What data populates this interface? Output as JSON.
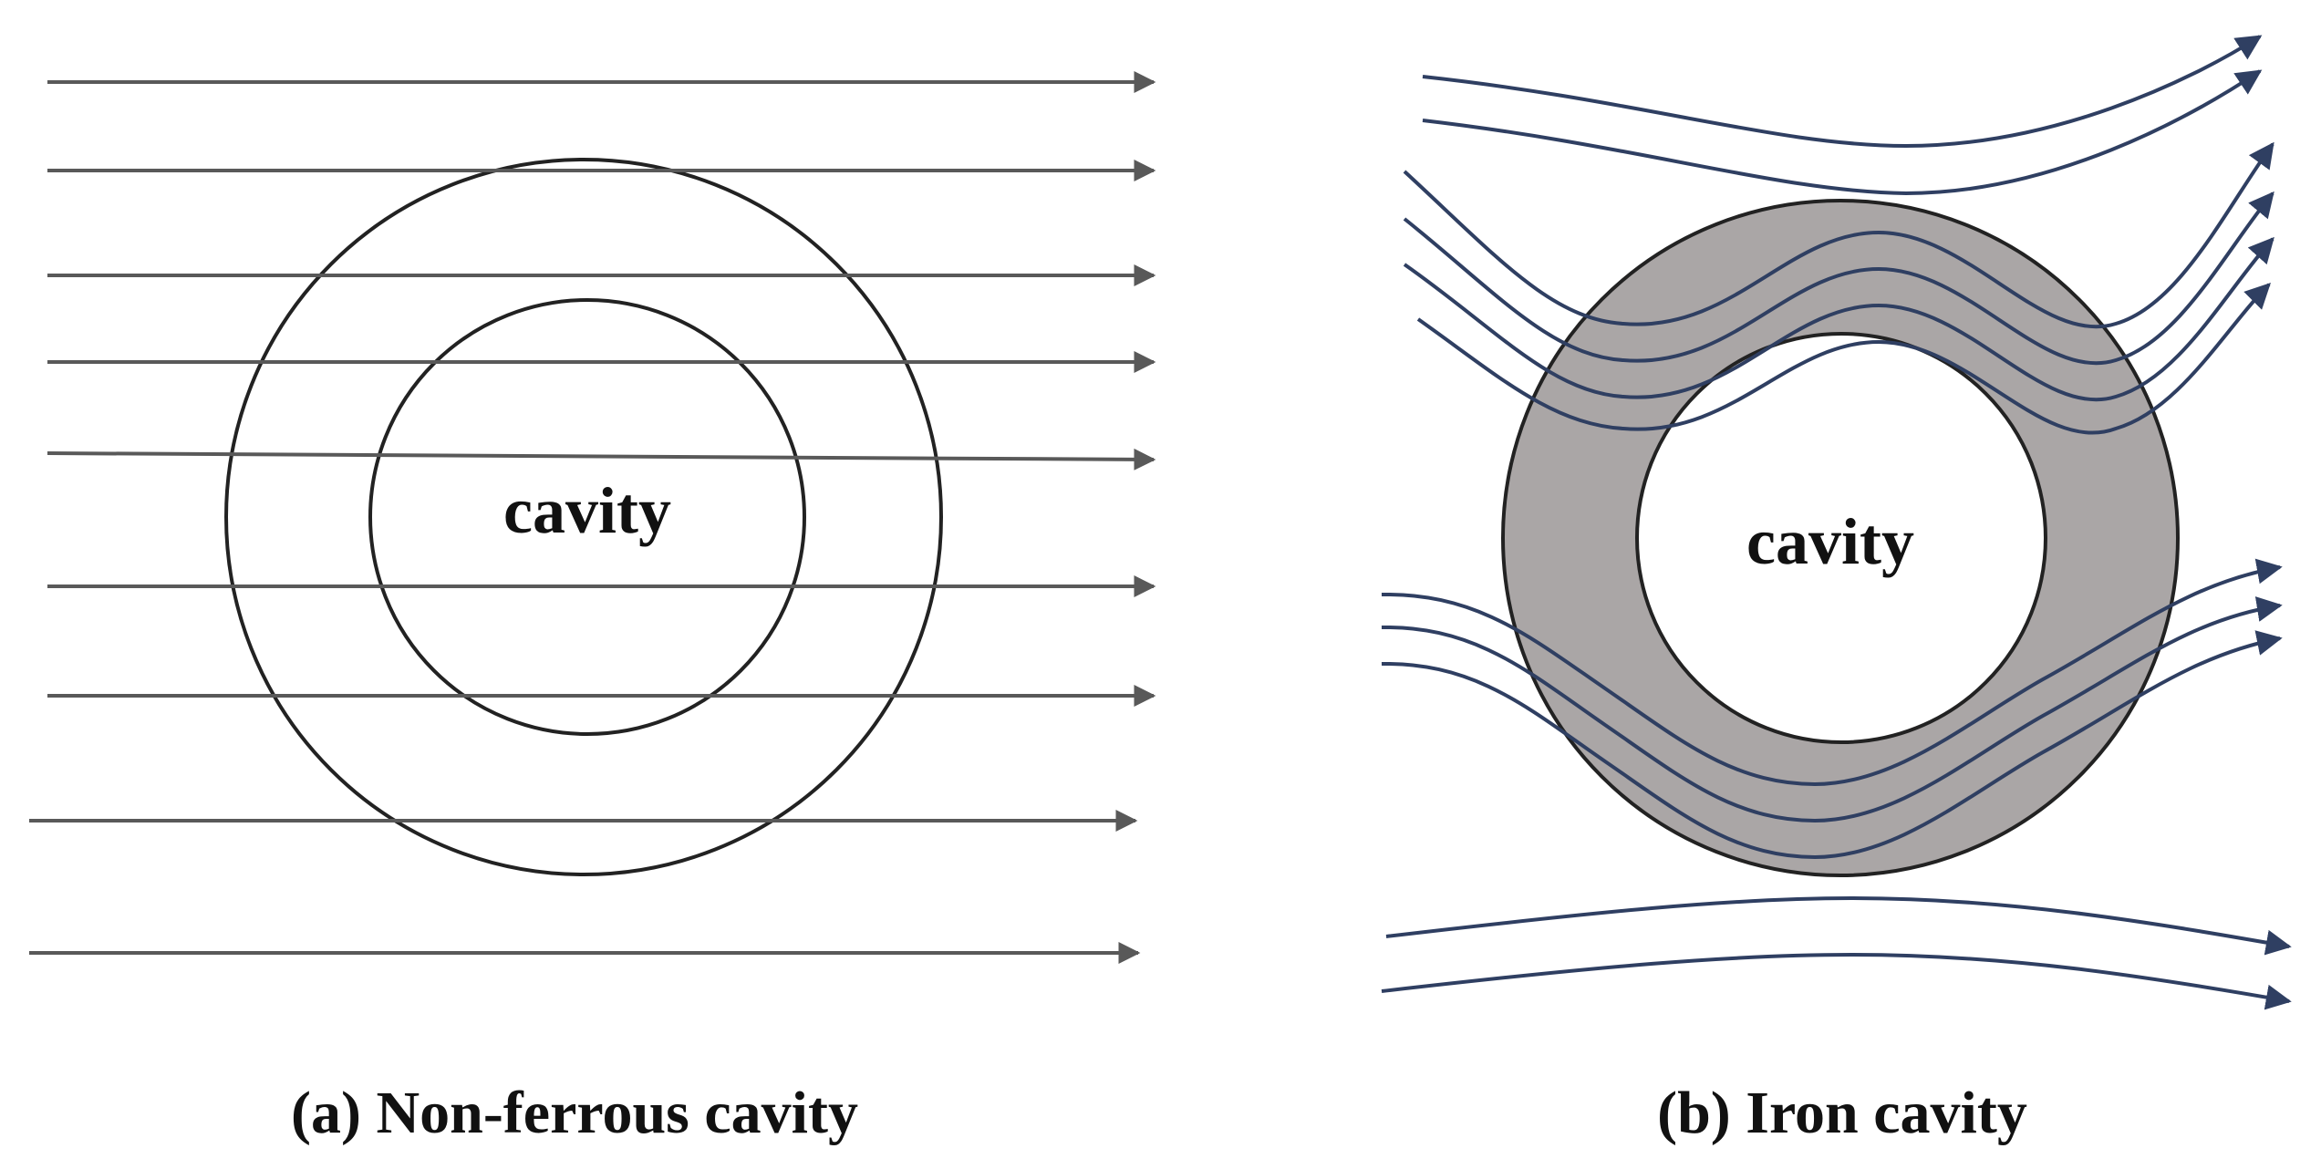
{
  "panels": [
    {
      "id": "a",
      "cavity_label": "cavity",
      "caption": "(a) Non-ferrous cavity"
    },
    {
      "id": "b",
      "cavity_label": "cavity",
      "caption": "(b) Iron cavity"
    }
  ],
  "colors": {
    "background": "#ffffff",
    "ring_stroke": "#222222",
    "field_lines_a": "#595959",
    "field_lines_b": "#2f3f62",
    "iron_fill": "#aaa6a6",
    "text": "#111111"
  }
}
